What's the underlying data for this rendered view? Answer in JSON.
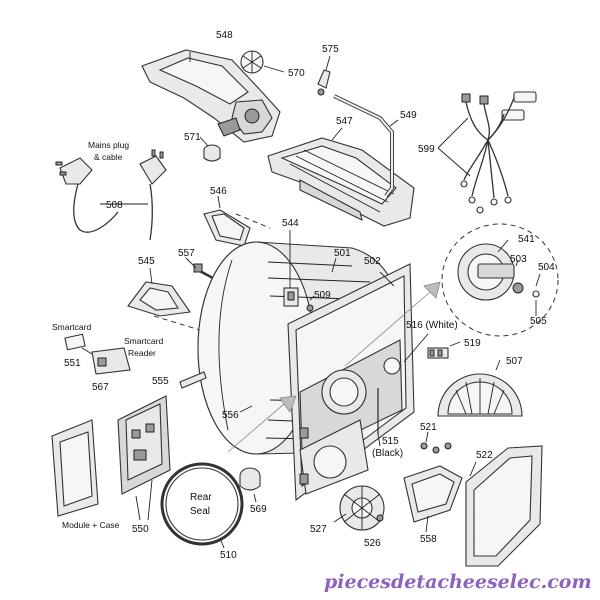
{
  "parts": [
    {
      "num": "548"
    },
    {
      "num": "575"
    },
    {
      "num": "570"
    },
    {
      "num": "547"
    },
    {
      "num": "549"
    },
    {
      "num": "571"
    },
    {
      "num": "599"
    },
    {
      "num": "508"
    },
    {
      "num": "546"
    },
    {
      "num": "544"
    },
    {
      "num": "557"
    },
    {
      "num": "501"
    },
    {
      "num": "502"
    },
    {
      "num": "545"
    },
    {
      "num": "509"
    },
    {
      "num": "541"
    },
    {
      "num": "503"
    },
    {
      "num": "504"
    },
    {
      "num": "505"
    },
    {
      "num": "516 (White)"
    },
    {
      "num": "519"
    },
    {
      "num": "507"
    },
    {
      "num": "551"
    },
    {
      "num": "567"
    },
    {
      "num": "555"
    },
    {
      "num": "556"
    },
    {
      "num": "515"
    },
    {
      "num": "(Black)"
    },
    {
      "num": "521"
    },
    {
      "num": "522"
    },
    {
      "num": "550"
    },
    {
      "num": "569"
    },
    {
      "num": "527"
    },
    {
      "num": "526"
    },
    {
      "num": "558"
    },
    {
      "num": "510"
    }
  ],
  "captions": {
    "mains_line1": "Mains plug",
    "mains_line2": "& cable",
    "smartcard": "Smartcard",
    "reader_line1": "Smartcard",
    "reader_line2": "Reader",
    "module_case": "Module + Case",
    "rear_seal_line1": "Rear",
    "rear_seal_line2": "Seal"
  },
  "watermark": "piecesdetacheeselec.com"
}
